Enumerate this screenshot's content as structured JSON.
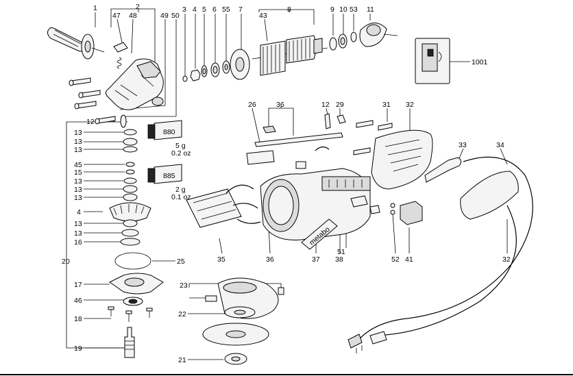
{
  "labels": {
    "n1": "1",
    "n2": "2",
    "n3": "3",
    "n4": "4",
    "n5": "5",
    "n6": "6",
    "n55": "55",
    "n7": "7",
    "n8": "8",
    "n9": "9",
    "n10": "10",
    "n53": "53",
    "n11": "11",
    "n47": "47",
    "n48": "48",
    "n49": "49",
    "n50": "50",
    "n43": "43",
    "n1001": "1001",
    "n12a": "12",
    "n13a": "13",
    "n13b": "13",
    "n13c": "13",
    "n45": "45",
    "n15": "15",
    "n13d": "13",
    "n13e": "13",
    "n13f": "13",
    "n4b": "4",
    "n13g": "13",
    "n13h": "13",
    "n16": "16",
    "n20": "20",
    "n25": "25",
    "n17": "17",
    "n46": "46",
    "n18": "18",
    "n19": "19",
    "n26": "26",
    "n36a": "36",
    "n12b": "12",
    "n29": "29",
    "n31": "31",
    "n32a": "32",
    "n33": "33",
    "n34": "34",
    "n35": "35",
    "n36b": "36",
    "n37": "37",
    "n38": "38",
    "n51": "51",
    "n52": "52",
    "n41": "41",
    "n32b": "32",
    "n23": "23",
    "n22": "22",
    "n21": "21"
  },
  "grease": {
    "tube1_label": "880",
    "tube1_amount_g": "5 g",
    "tube1_amount_oz": "0.2 oz",
    "tube2_label": "885",
    "tube2_amount_g": "2 g",
    "tube2_amount_oz": "0.1 oz"
  },
  "brand_plate": "metabo",
  "colors": {
    "ink": "#000000",
    "paper": "#ffffff"
  }
}
